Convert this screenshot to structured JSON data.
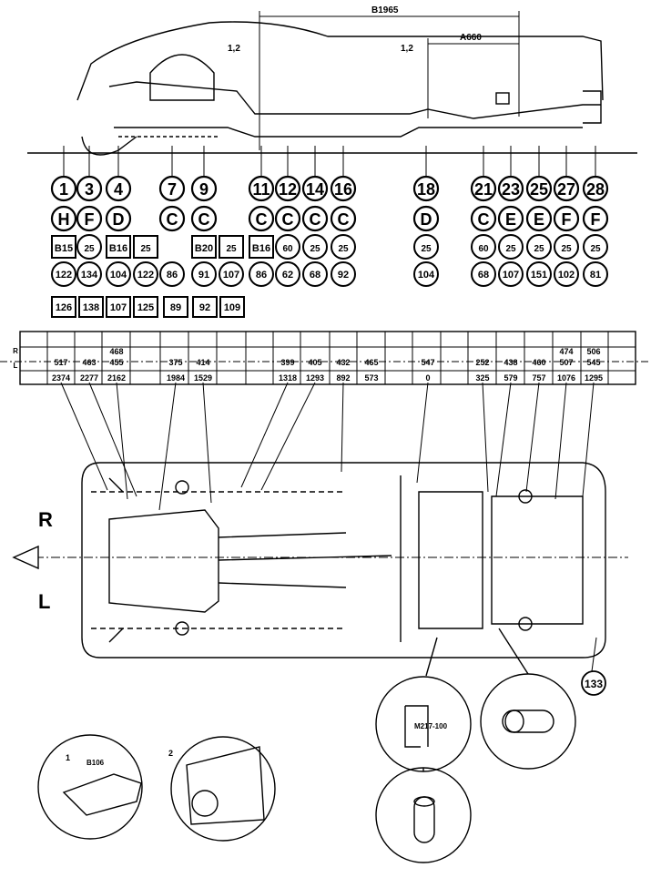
{
  "dimensions": {
    "b": "B1965",
    "a": "A660"
  },
  "reference_marks": {
    "one_two": "1,2",
    "one": "1",
    "two": "2"
  },
  "points": [
    "1",
    "3",
    "4",
    "7",
    "9",
    "11",
    "12",
    "14",
    "16",
    "18",
    "21",
    "23",
    "25",
    "27",
    "28"
  ],
  "letters": [
    "H",
    "F",
    "D",
    "C",
    "C",
    "C",
    "C",
    "C",
    "C",
    "D",
    "C",
    "E",
    "E",
    "F",
    "F"
  ],
  "square_codes": [
    "B15",
    "",
    "B16",
    "",
    "B20",
    "B16",
    "",
    "",
    "",
    "",
    "",
    "",
    "",
    "",
    ""
  ],
  "square_cells": [
    "25"
  ],
  "circle_values": [
    "",
    "25",
    "",
    "",
    "",
    "",
    "60",
    "25",
    "25",
    "25",
    "60",
    "25",
    "25",
    "25",
    "25"
  ],
  "row_a": [
    "122",
    "134",
    "104",
    "122",
    "86",
    "91",
    "107",
    "86",
    "62",
    "68",
    "92",
    "104",
    "68",
    "107",
    "151",
    "102",
    "81"
  ],
  "row_b": [
    "126",
    "138",
    "107",
    "125",
    "89",
    "92",
    "109"
  ],
  "table": {
    "side_r": "R",
    "side_l": "L",
    "top_values": [
      "468",
      "474",
      "506"
    ],
    "r_values": [
      "517",
      "463",
      "455",
      "375",
      "414",
      "399",
      "405",
      "432",
      "465",
      "547",
      "252",
      "438",
      "460",
      "507",
      "545"
    ],
    "l_values": [
      "2374",
      "2277",
      "2162",
      "1984",
      "1529",
      "1318",
      "1293",
      "892",
      "573",
      "0",
      "325",
      "579",
      "757",
      "1076",
      "1295"
    ]
  },
  "side_labels": {
    "r": "R",
    "l": "L"
  },
  "tool_label": "M217-100",
  "tool_b": "B106",
  "point_133": "133"
}
